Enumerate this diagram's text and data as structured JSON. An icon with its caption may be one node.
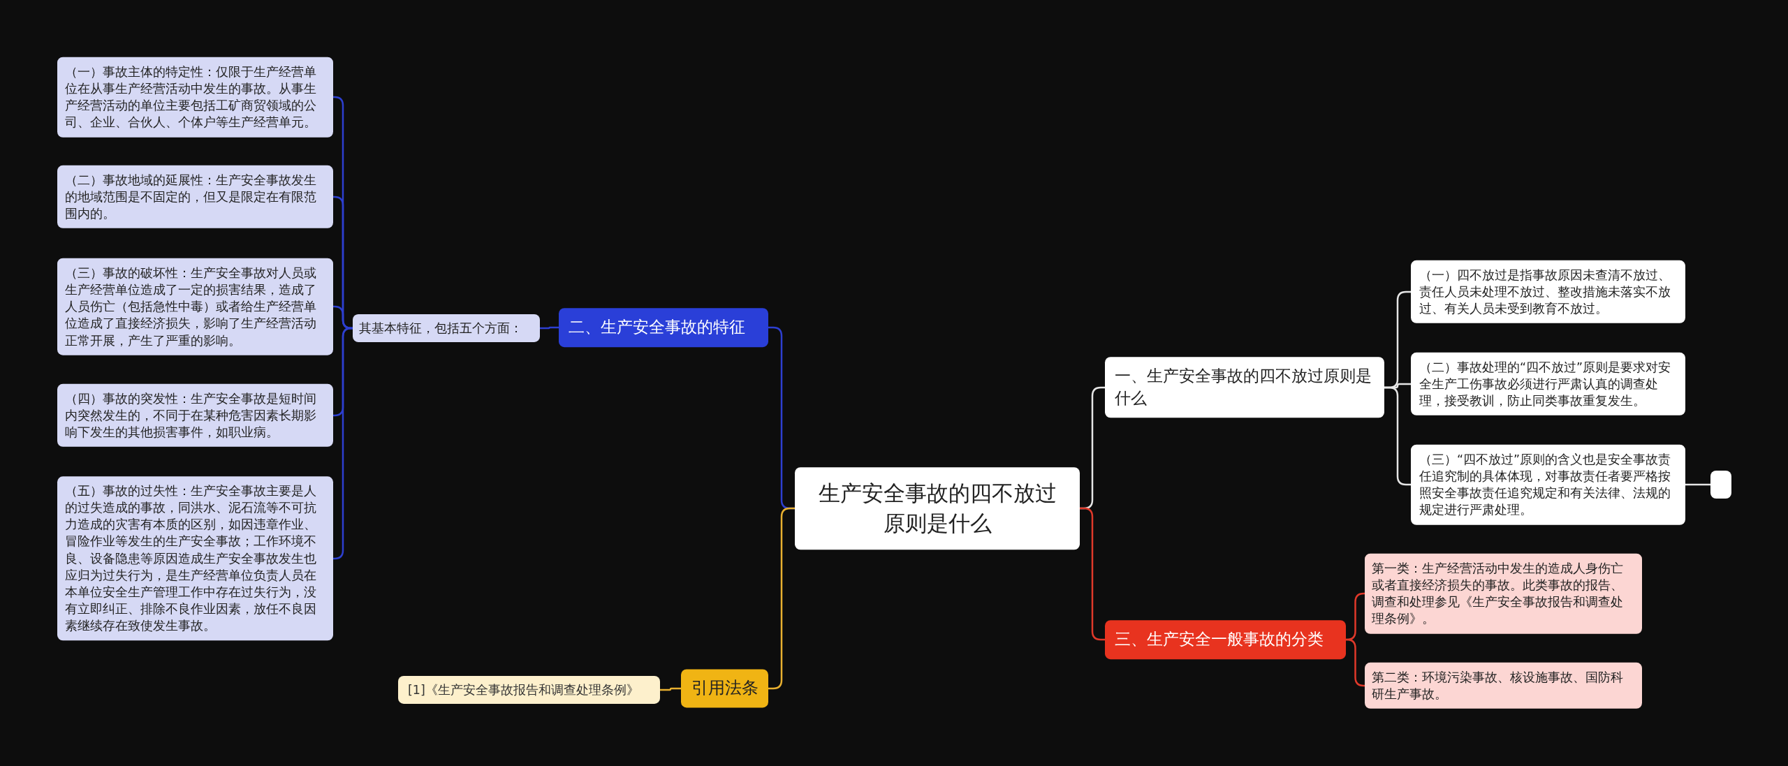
{
  "diagram": {
    "nodes": [
      {
        "text": [
          "生产安全事故的四不放过原则是什么"
        ]
      },
      {
        "text": [
          "一、生产安全事故的四不放过原则是什么"
        ]
      },
      {
        "text": [
          "（一）四不放过是指事故原因未查清不放过、责任人员未处理不放过、整改措施未落实不放过、有关人员未受到教育不放过。"
        ]
      },
      {
        "text": [
          "（二）事故处理的“四不放过”原则是要求对安全生产工伤事故必须进行严肃认真的调查处理，接受教训，防止同类事故重复发生。"
        ]
      },
      {
        "text": [
          "（三）“四不放过”原则的含义也是安全事故责任追究制的具体体现，对事故责任者要严格按照安全事故责任追究规定和有关法律、法规的规定进行严肃处理。"
        ]
      },
      {
        "text": [],
        "shape": "box"
      },
      {
        "text": [
          "三、生产安全一般事故的分类"
        ]
      },
      {
        "text": [
          "第一类：生产经营活动中发生的造成人身伤亡或者直接经济损失的事故。此类事故的报告、调查和处理参见《生产安全事故报告和调查处理条例》。"
        ]
      },
      {
        "text": [
          "第二类：环境污染事故、核设施事故、国防科研生产事故。"
        ]
      },
      {
        "text": [
          "二、生产安全事故的特征"
        ]
      },
      {
        "text": [
          "其基本特征，包括五个方面："
        ]
      },
      {
        "text": [
          "（一）事故主体的特定性：仅限于生产经营单位在从事生产经营活动中发生的事故。从事生产经营活动的单位主要包括工矿商贸领域的公司、企业、合伙人、个体户等生产经营单元。"
        ]
      },
      {
        "text": [
          "（二）事故地域的延展性：生产安全事故发生的地域范围是不固定的，但又是限定在有限范围内的。"
        ]
      },
      {
        "text": [
          "（三）事故的破坏性：生产安全事故对人员或生产经营单位造成了一定的损害结果，造成了人员伤亡（包括急性中毒）或者给生产经营单位造成了直接经济损失，影响了生产经营活动正常开展，产生了严重的影响。"
        ]
      },
      {
        "text": [
          "（四）事故的突发性：生产安全事故是短时间内突然发生的，不同于在某种危害因素长期影响下发生的其他损害事件，如职业病。"
        ]
      },
      {
        "text": [
          "（五）事故的过失性：生产安全事故主要是人的过失造成的事故，同洪水、泥石流等不可抗力造成的灾害有本质的区别，如因违章作业、冒险作业等发生的生产安全事故；工作环境不良、设备隐患等原因造成生产安全事故发生也应归为过失行为，是生产经营单位负责人员在本单位安全生产管理工作中存在过失行为，没有立即纠正、排除不良作业因素，放任不良因素继续存在致使发生事故。"
        ]
      },
      {
        "text": [
          "引用法条"
        ]
      },
      {
        "text": [
          "[1]《生产安全事故报告和调查处理条例》"
        ]
      }
    ],
    "edges": [
      {
        "from": 0,
        "to": 1,
        "arrow": "none",
        "color": "#e6e6e6"
      },
      {
        "from": 1,
        "to": 2,
        "arrow": "none",
        "color": "#e6e6e6"
      },
      {
        "from": 1,
        "to": 3,
        "arrow": "none",
        "color": "#e6e6e6"
      },
      {
        "from": 1,
        "to": 4,
        "arrow": "none",
        "color": "#e6e6e6"
      },
      {
        "from": 4,
        "to": 5,
        "arrow": "none",
        "color": "#e6e6e6"
      },
      {
        "from": 0,
        "to": 6,
        "arrow": "none",
        "color": "#e0392a"
      },
      {
        "from": 6,
        "to": 7,
        "arrow": "none",
        "color": "#e0392a"
      },
      {
        "from": 6,
        "to": 8,
        "arrow": "none",
        "color": "#e0392a"
      },
      {
        "from": 0,
        "to": 9,
        "arrow": "none"
      },
      {
        "from": 9,
        "to": 10,
        "arrow": "none"
      },
      {
        "from": 10,
        "to": 11,
        "arrow": "none"
      },
      {
        "from": 10,
        "to": 12,
        "arrow": "none"
      },
      {
        "from": 10,
        "to": 13,
        "arrow": "none"
      },
      {
        "from": 10,
        "to": 14,
        "arrow": "none"
      },
      {
        "from": 10,
        "to": 15,
        "arrow": "none"
      },
      {
        "from": 0,
        "to": 16,
        "arrow": "none",
        "color": "#e8b030"
      },
      {
        "from": 16,
        "to": 17,
        "arrow": "none",
        "color": "#e8b030"
      }
    ]
  }
}
